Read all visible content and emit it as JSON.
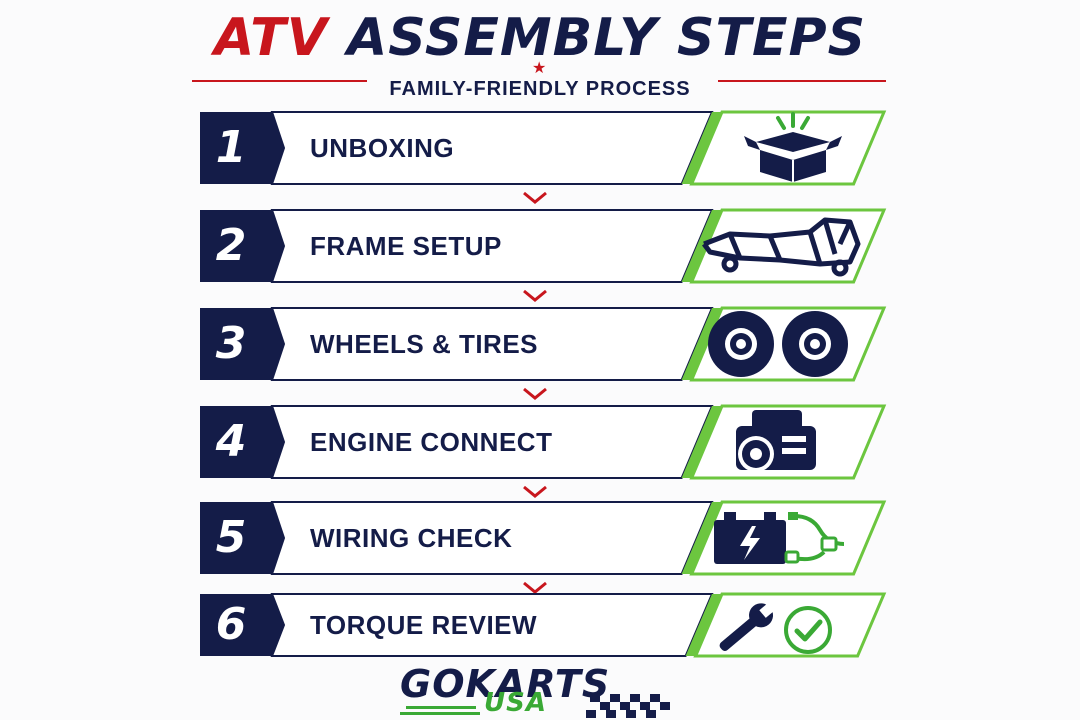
{
  "header": {
    "title_part1": "ATV",
    "title_part2": "ASSEMBLY STEPS",
    "subtitle": "FAMILY-FRIENDLY PROCESS"
  },
  "steps": [
    {
      "number": "1",
      "label": "UNBOXING",
      "icon": "open-box-icon"
    },
    {
      "number": "2",
      "label": "FRAME SETUP",
      "icon": "atv-frame-icon"
    },
    {
      "number": "3",
      "label": "WHEELS & TIRES",
      "icon": "tires-icon"
    },
    {
      "number": "4",
      "label": "ENGINE CONNECT",
      "icon": "engine-icon"
    },
    {
      "number": "5",
      "label": "WIRING CHECK",
      "icon": "battery-icon"
    },
    {
      "number": "6",
      "label": "TORQUE REVIEW",
      "icon": "wrench-check-icon"
    }
  ],
  "brand": {
    "line1": "GOKARTS",
    "line2": "USA"
  },
  "colors": {
    "navy": "#141c48",
    "red": "#c8161d",
    "green": "#6cc63f"
  }
}
